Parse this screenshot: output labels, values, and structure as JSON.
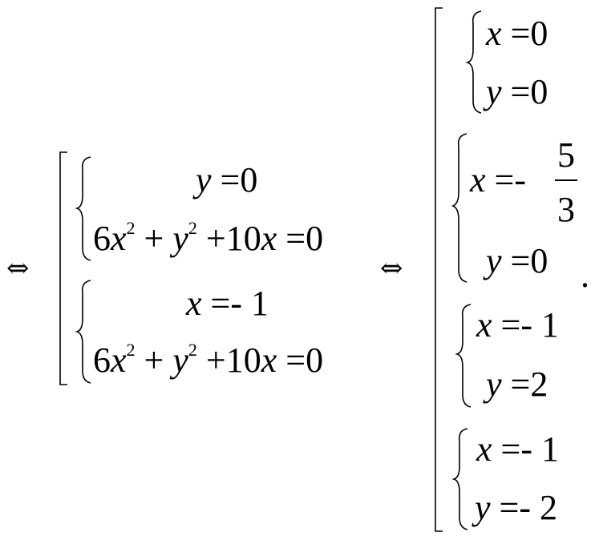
{
  "math": {
    "equiv": "⇔",
    "op_eq": "=",
    "op_minus": "-",
    "op_plus": "+",
    "sup2": "2",
    "left": {
      "sys1": {
        "row1": {
          "y": "y",
          "rhs": "0"
        },
        "row2": {
          "c6": "6",
          "x": "x",
          "y": "y",
          "c10": "10",
          "x2": "x",
          "rhs": "0"
        }
      },
      "sys2": {
        "row1": {
          "x": "x",
          "rhs": "1"
        },
        "row2": {
          "c6": "6",
          "x": "x",
          "y": "y",
          "c10": "10",
          "x2": "x",
          "rhs": "0"
        }
      }
    },
    "right": {
      "sysA": {
        "x": "x",
        "xval": "0",
        "y": "y",
        "yval": "0"
      },
      "sysB": {
        "x": "x",
        "num": "5",
        "den": "3",
        "y": "y",
        "yval": "0"
      },
      "sysC": {
        "x": "x",
        "xval": "1",
        "y": "y",
        "yval": "2"
      },
      "sysD": {
        "x": "x",
        "xval": "1",
        "y": "y",
        "yval": "2"
      },
      "period": "."
    }
  }
}
